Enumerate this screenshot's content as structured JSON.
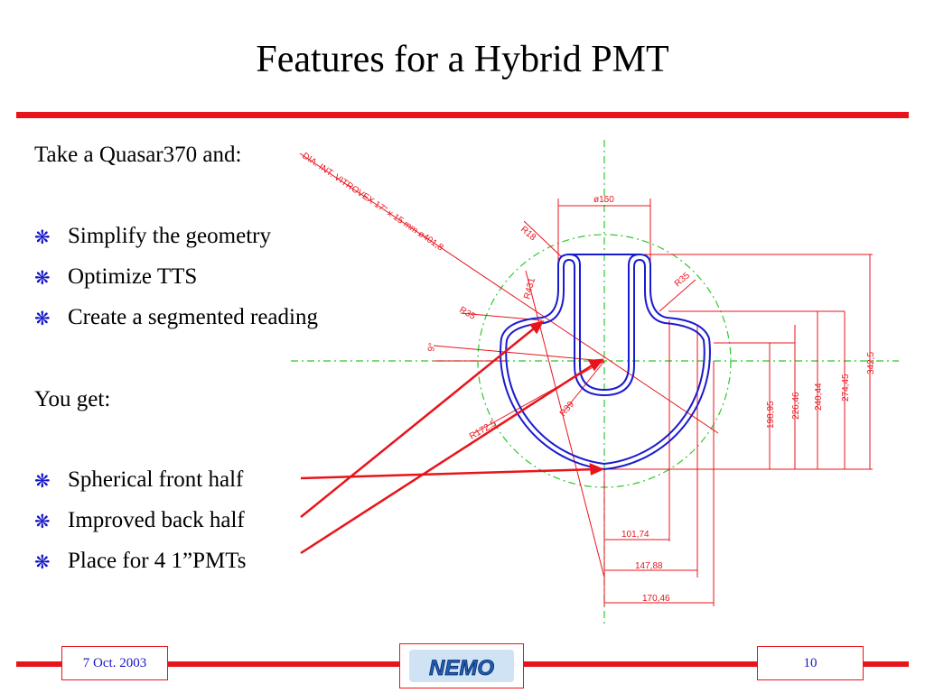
{
  "slide": {
    "title": "Features for a Hybrid PMT",
    "intro": "Take a Quasar370 and:",
    "bullets_first": [
      "Simplify the geometry",
      "Optimize TTS",
      "Create a segmented reading"
    ],
    "you_get": "You get:",
    "bullets_second": [
      "Spherical front half",
      "Improved back half",
      "Place for 4 1”PMTs"
    ],
    "bullet_icon": "asterisk-icon"
  },
  "drawing": {
    "annotation_diag": "DIA. INT. VITROVEX 17\" x 15 mm ø401,8",
    "dim_top": "ø150",
    "r18": "R18",
    "r35_right": "R35",
    "r431": "R431",
    "r35_left": "R35",
    "angle": "9°",
    "r39": "R39",
    "r172": "R172,5",
    "v1": "198,95",
    "v2": "226,46",
    "v3": "240,44",
    "v4": "274,45",
    "v5": "342,5",
    "h1": "101,74",
    "h2": "147,88",
    "h3": "170,46"
  },
  "footer": {
    "date": "7 Oct. 2003",
    "page": "10",
    "logo_text": "NEMO"
  },
  "colors": {
    "accent_red": "#e8141c",
    "bullet_blue": "#1414c8",
    "outline_blue": "#1a1ad0",
    "guide_green": "#2ec82e"
  }
}
